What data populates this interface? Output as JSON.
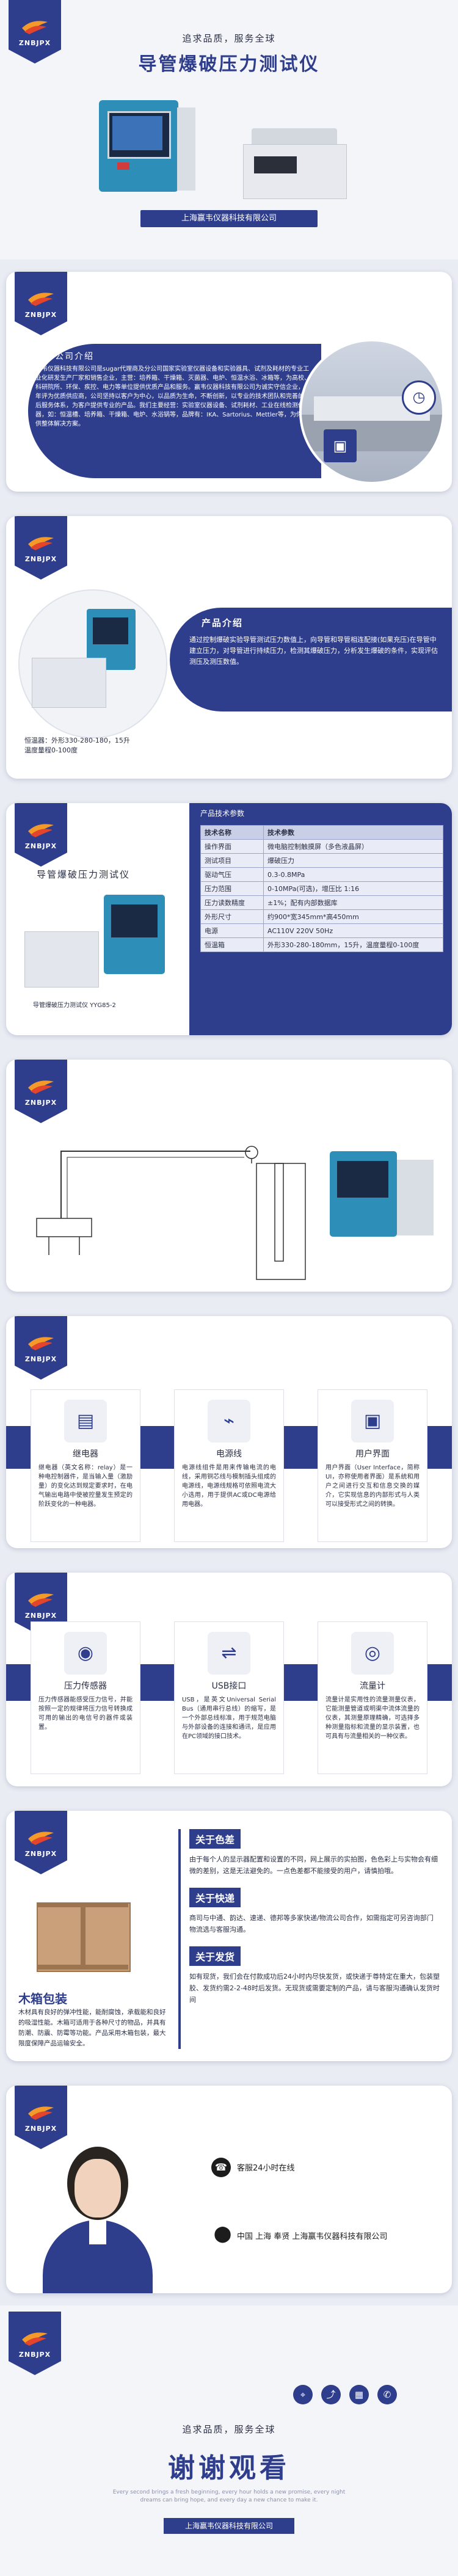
{
  "brand": {
    "logo_text": "ZNBJPX",
    "primary_color": "#2e3d8c"
  },
  "header": {
    "slogan": "追求品质，服务全球",
    "title": "导管爆破压力测试仪",
    "company": "上海赢韦仪器科技有限公司"
  },
  "about": {
    "heading": "公司介绍",
    "body": "赢韦仪器科技有限公司是sugar代理商及分公司国家实验室仪器设备和实验器具、试剂及耗材的专业工业化研发生产厂家和销售企业，主营：培养箱、干燥箱、灭菌器、电炉、恒温水浴、冰箱等，为高校、科研院所、环保、疾控、电力等单位提供优质产品和服务。赢韦仪器科技有限公司为诚实守信企业，年年评为优质供应商，公司坚持以客户为中心，以品质为生命，不断创新，以专业的技术团队和完善的售后服务体系，为客户提供专业的产品。我们主要经营：实验室仪器设备、试剂耗材、工业在线检测仪器，如：恒温槽、培养箱、干燥箱、电炉、水浴锅等，品牌有：IKA、Sartorius、Mettler等，为你提供整体解决方案。",
    "icons": [
      "clock-icon",
      "presentation-icon"
    ]
  },
  "product_intro": {
    "heading": "产品介绍",
    "body": "通过控制爆破实验导管测试压力数值上，向导管和导管相连配接(如果充压)在导管中建立压力，对导管进行持续压力，检测其爆破压力，分析发生爆破的条件，实现评估测压及测压数值。",
    "caption": "恒温器：外形330-280-180，15升\n温度量程0-100度"
  },
  "params": {
    "heading": "产品技术参数",
    "left_title": "导管爆破压力测试仪",
    "caption": "导管爆破压力测试仪 YYG85-2",
    "rows": [
      [
        "技术名称",
        "技术参数"
      ],
      [
        "操作界面",
        "微电脑控制触摸屏（多色液晶屏）"
      ],
      [
        "测试项目",
        "爆破压力"
      ],
      [
        "驱动气压",
        "0.3-0.8MPa"
      ],
      [
        "压力范围",
        "0-10MPa(可选)，增压比 1:16"
      ],
      [
        "压力读数精度",
        "±1%；配有内部数据库"
      ],
      [
        "外形尺寸",
        "约900*宽345mm*高450mm"
      ],
      [
        "电源",
        "AC110V 220V  50Hz"
      ],
      [
        "恒温箱",
        "外形330-280-180mm，15升，温度量程0-100度"
      ]
    ]
  },
  "parts1": [
    {
      "name": "继电器",
      "desc": "继电器（英文名称：relay）是一种电控制器件，是当输入量（激励量）的变化达到规定要求时，在电气输出电路中使被控量发生预定的阶跃变化的一种电器。"
    },
    {
      "name": "电源线",
      "desc": "电源线组件是用来传输电流的电线，采用铜芯线与模制插头组成的电源线，电源线规格可依照电流大小选用，用于提供AC或DC电源给用电器。"
    },
    {
      "name": "用户界面",
      "desc": "用户界面（User Interface，简称 UI，亦称使用者界面）是系统和用户之间进行交互和信息交换的媒介，它实现信息的内部形式与人类可以接受形式之间的转换。"
    }
  ],
  "parts2": [
    {
      "name": "压力传感器",
      "desc": "压力传感器能感受压力信号，并能按照一定的规律将压力信号转换成可用的输出的电信号的器件或装置。"
    },
    {
      "name": "USB接口",
      "desc": "USB，是英文Universal Serial Bus（通用串行总线）的缩写，是一个外部总线标准，用于规范电脑与外部设备的连接和通讯，是应用在PC领域的接口技术。"
    },
    {
      "name": "流量计",
      "desc": "流量计是实用性的流量测量仪表，它能测量管道或明渠中流体流量的仪表，其测量原理精确，可选择多种测量指标和流量的显示装置，也可具有与流量相关的一种仪表。"
    }
  ],
  "service": {
    "box_title": "木箱包装",
    "box_desc": "木材具有良好的弹冲性能，能耐腐蚀，承载能和良好的吸湿性能。木箱可适用于各种尺寸的物品，并具有防潮、防震、防霉等功能。产品采用木箱包装，最大限度保障产品运输安全。",
    "items": [
      {
        "title": "关于色差",
        "body": "由于每个人的显示器配置和设置的不同，网上展示的实拍图，色色彩上与实物会有细微的差别，这是无法避免的。一点色差都不能接受的用户，请慎拍哦。"
      },
      {
        "title": "关于快递",
        "body": "商司与中通、韵达、速递、德邦等多家快递/物流公司合作，如需指定可另咨询部门物流选与客服沟通。"
      },
      {
        "title": "关于发货",
        "body": "如有现货，我们会在付款成功后24小时内尽快发货，或快递于尊特定在重大，包装塑胶、发货约需2-2-48时后发货。无现货或需要定制的产品，请与客服沟通确认发货时间"
      }
    ]
  },
  "contact": {
    "hotline": "客服24小时在线",
    "address": "中国 上海 奉贤  上海赢韦仪器科技有限公司"
  },
  "footer": {
    "slogan": "追求品质，服务全球",
    "thanks": "谢谢观看",
    "english": "Every second brings a fresh beginning, every hour holds a new promise, every night dreams can bring hope, and every day a new chance to make it.",
    "company": "上海赢韦仪器科技有限公司",
    "icons": [
      "location-icon",
      "share-icon",
      "image-icon",
      "phone-icon"
    ]
  }
}
